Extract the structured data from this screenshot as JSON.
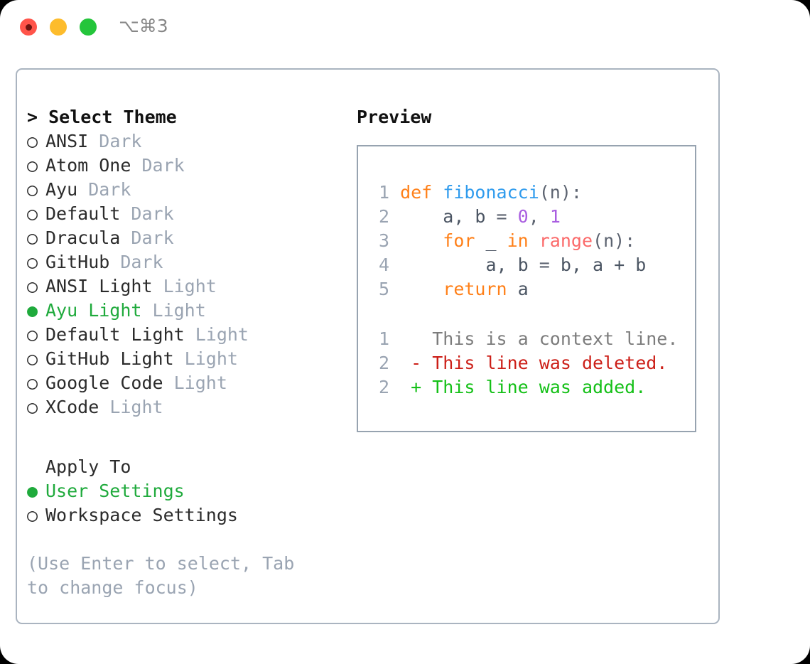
{
  "window": {
    "shortcut": "⌥⌘3",
    "traffic_lights": [
      {
        "name": "close",
        "color": "#ff544a"
      },
      {
        "name": "minimize",
        "color": "#fdbc2c"
      },
      {
        "name": "maximize",
        "color": "#24c53b"
      }
    ]
  },
  "theme_picker": {
    "header": "> Select Theme",
    "marker_selected": "●",
    "marker_unselected": "○",
    "accent_color": "#1faa3c",
    "tag_color": "#9aa4b2",
    "items": [
      {
        "marker": "○",
        "name": "ANSI",
        "tag": "Dark",
        "selected": false
      },
      {
        "marker": "○",
        "name": "Atom One",
        "tag": "Dark",
        "selected": false
      },
      {
        "marker": "○",
        "name": "Ayu",
        "tag": "Dark",
        "selected": false
      },
      {
        "marker": "○",
        "name": "Default",
        "tag": "Dark",
        "selected": false
      },
      {
        "marker": "○",
        "name": "Dracula",
        "tag": "Dark",
        "selected": false
      },
      {
        "marker": "○",
        "name": "GitHub",
        "tag": "Dark",
        "selected": false
      },
      {
        "marker": "○",
        "name": "ANSI Light",
        "tag": "Light",
        "selected": false
      },
      {
        "marker": "●",
        "name": "Ayu Light",
        "tag": "Light",
        "selected": true
      },
      {
        "marker": "○",
        "name": "Default Light",
        "tag": "Light",
        "selected": false
      },
      {
        "marker": "○",
        "name": "GitHub Light",
        "tag": "Light",
        "selected": false
      },
      {
        "marker": "○",
        "name": "Google Code",
        "tag": "Light",
        "selected": false
      },
      {
        "marker": "○",
        "name": "XCode",
        "tag": "Light",
        "selected": false
      }
    ]
  },
  "apply_to": {
    "header": "Apply To",
    "items": [
      {
        "marker": "●",
        "name": "User Settings",
        "selected": true
      },
      {
        "marker": "○",
        "name": "Workspace Settings",
        "selected": false
      }
    ]
  },
  "hint": "(Use Enter to select, Tab to change focus)",
  "preview": {
    "title": "Preview",
    "code_lines": [
      {
        "number": "1",
        "tokens": [
          {
            "text": "def ",
            "kind": "kw"
          },
          {
            "text": "fibonacci",
            "kind": "fn"
          },
          {
            "text": "(n):",
            "kind": "pl"
          }
        ]
      },
      {
        "number": "2",
        "tokens": [
          {
            "text": "    a, b ",
            "kind": "id"
          },
          {
            "text": "= ",
            "kind": "pl"
          },
          {
            "text": "0",
            "kind": "num"
          },
          {
            "text": ", ",
            "kind": "pl"
          },
          {
            "text": "1",
            "kind": "num"
          }
        ]
      },
      {
        "number": "3",
        "tokens": [
          {
            "text": "    for ",
            "kind": "kw"
          },
          {
            "text": "_ ",
            "kind": "id"
          },
          {
            "text": "in ",
            "kind": "kw"
          },
          {
            "text": "range",
            "kind": "bi"
          },
          {
            "text": "(n):",
            "kind": "pl"
          }
        ]
      },
      {
        "number": "4",
        "tokens": [
          {
            "text": "        a, b ",
            "kind": "id"
          },
          {
            "text": "= ",
            "kind": "pl"
          },
          {
            "text": "b, a + b",
            "kind": "id"
          }
        ]
      },
      {
        "number": "5",
        "tokens": [
          {
            "text": "    return ",
            "kind": "kw"
          },
          {
            "text": "a",
            "kind": "id"
          }
        ]
      }
    ],
    "diff_lines": [
      {
        "number": "1",
        "sign": " ",
        "text": " This is a context line.",
        "kind": "ctx"
      },
      {
        "number": "2",
        "sign": "-",
        "text": " This line was deleted.",
        "kind": "del"
      },
      {
        "number": "2",
        "sign": "+",
        "text": " This line was added.",
        "kind": "add"
      }
    ]
  }
}
